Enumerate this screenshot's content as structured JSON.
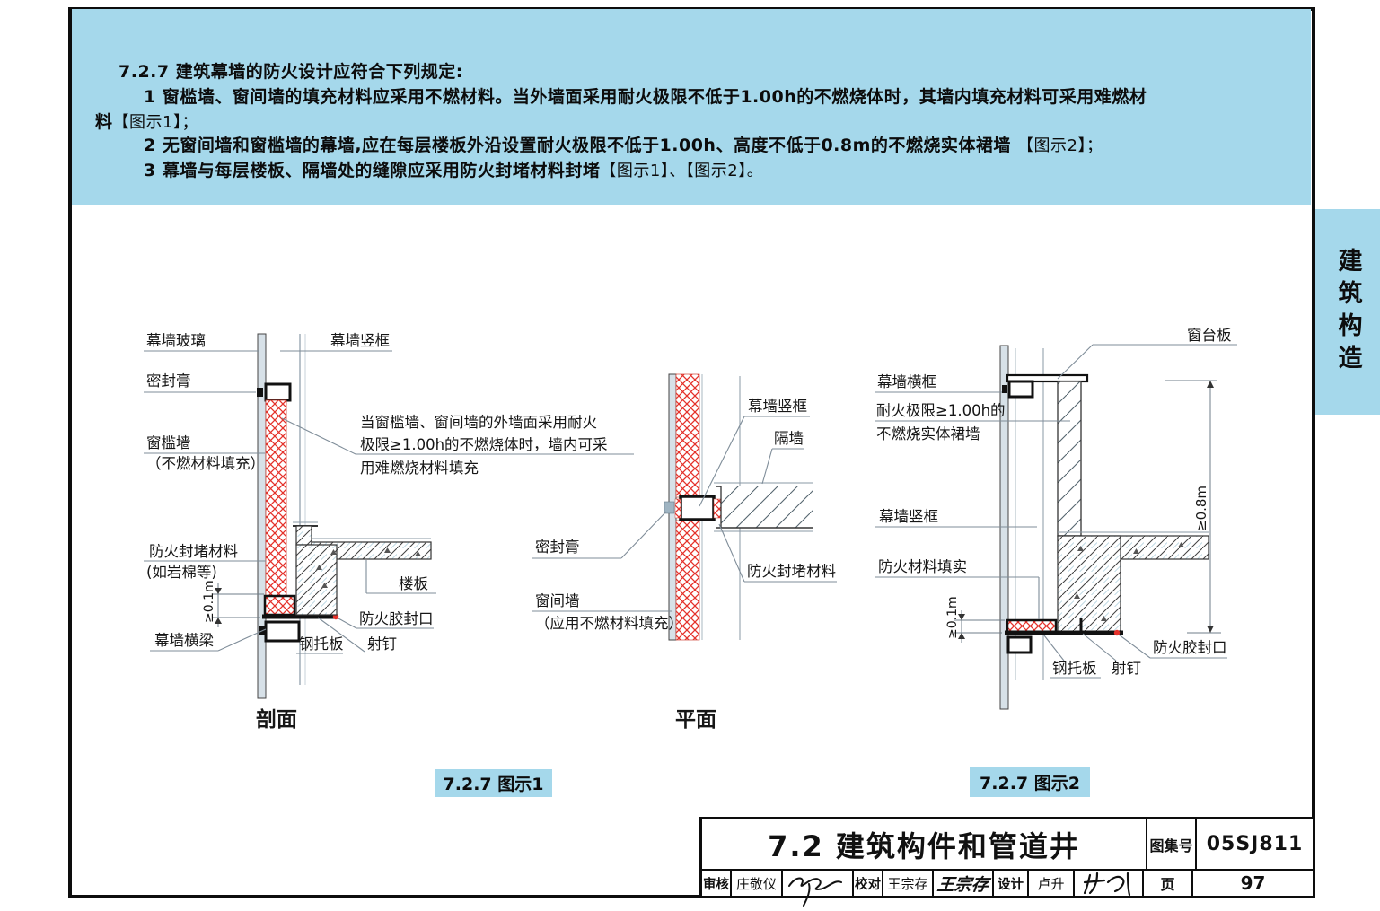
{
  "colors": {
    "accent_blue": "#a5d8eb",
    "red": "#e5312a"
  },
  "sidebar_tab": {
    "text": "建筑构造"
  },
  "header": {
    "line1": "7.2.7  建筑幕墙的防火设计应符合下列规定:",
    "item1_line1": "1  窗槛墙、窗间墙的填充材料应采用不燃材料。当外墙面采用耐火极限不低于1.00h的不燃烧体时，其墙内填充材料可采用难燃材",
    "item1_line2_pre": "料",
    "item1_line2_ref": "【图示1】；",
    "item2_main": "2  无窗间墙和窗槛墙的幕墙,应在每层楼板外沿设置耐火极限不低于1.00h、高度不低于0.8m的不燃烧实体裙墙 ",
    "item2_ref": "【图示2】；",
    "item3_main": "3  幕墙与每层楼板、隔墙处的缝隙应采用防火封堵材料封堵",
    "item3_ref": "【图示1】、【图示2】。"
  },
  "fig1": {
    "caption": "剖面",
    "badge": "7.2.7 图示1",
    "labels": {
      "glass": "幕墙玻璃",
      "mullion": "幕墙竖框",
      "sealant": "密封膏",
      "spandrel": "窗槛墙",
      "spandrel2": "（不燃材料填充）",
      "note1": "当窗槛墙、窗间墙的外墙面采用耐火",
      "note2": "极限≥1.00h的不燃烧体时，墙内可采",
      "note3": "用难燃烧材料填充",
      "firestop": "防火封堵材料",
      "firestop2": "(如岩棉等)",
      "dim": "≥0.1m",
      "slab": "楼板",
      "fireseal": "防火胶封口",
      "beam": "幕墙横梁",
      "plate": "钢托板",
      "nail": "射钉"
    }
  },
  "fig2": {
    "caption": "平面",
    "labels": {
      "mullion": "幕墙竖框",
      "partition": "隔墙",
      "sealant": "密封膏",
      "firestop": "防火封堵材料",
      "wall": "窗间墙",
      "wall2": "（应用不燃材料填充）"
    }
  },
  "fig3": {
    "badge": "7.2.7 图示2",
    "labels": {
      "sill": "窗台板",
      "hframe": "幕墙横框",
      "fire1": "耐火极限≥1.00h的",
      "fire2": "不燃烧实体裙墙",
      "mullion": "幕墙竖框",
      "fill": "防火材料填实",
      "dim1": "≥0.1m",
      "dim2": "≥0.8m",
      "plate": "钢托板",
      "nail": "射钉",
      "fireseal": "防火胶封口"
    }
  },
  "titleblock": {
    "title": "7.2 建筑构件和管道井",
    "atlas_label": "图集号",
    "atlas_no": "05SJ811",
    "page_label": "页",
    "page_no": "97",
    "review_label": "审核",
    "reviewer": "庄敬仪",
    "proof_label": "校对",
    "proofreader": "王宗存",
    "proof_signature": "王宗存",
    "design_label": "设计",
    "designer": "卢升"
  }
}
